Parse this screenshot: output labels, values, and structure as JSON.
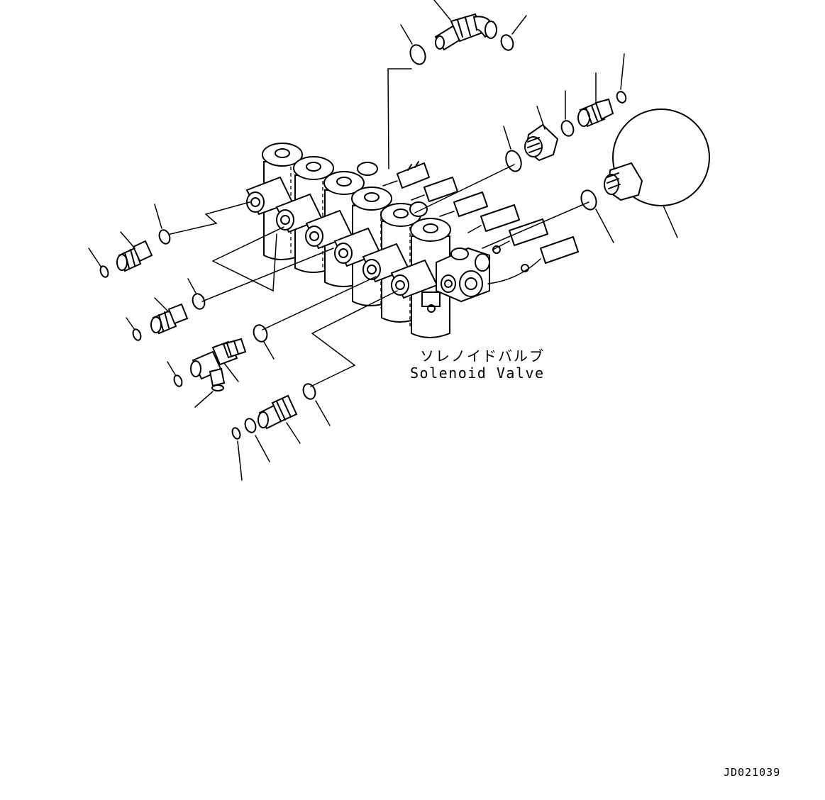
{
  "diagram": {
    "label_japanese": "ソレノイドバルブ",
    "label_english": "Solenoid Valve",
    "document_id": "JD021039"
  },
  "icons": [
    "solenoid-valve-assembly",
    "elbow-fitting",
    "straight-fitting",
    "tee-fitting",
    "hex-plug",
    "o-ring",
    "detail-circle",
    "wire-connector"
  ]
}
